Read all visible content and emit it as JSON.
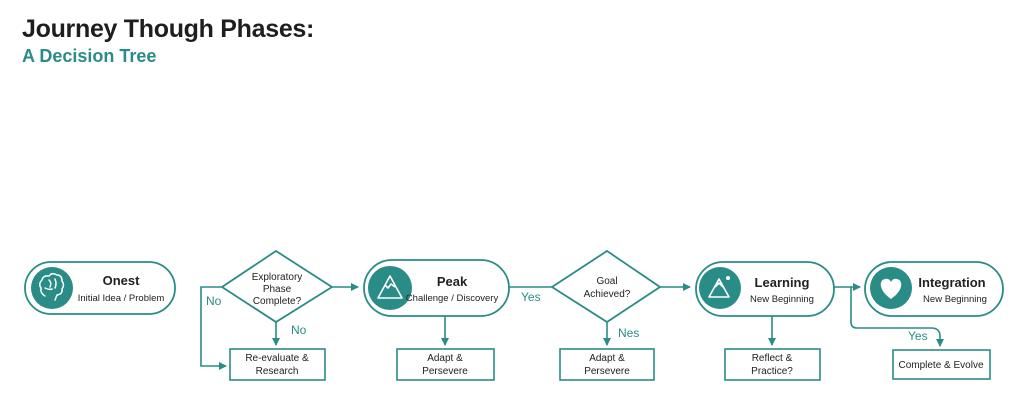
{
  "header": {
    "title": "Journey Though Phases:",
    "subtitle": "A Decision Tree"
  },
  "colors": {
    "accent": "#2a8c86",
    "stroke": "#2a8c86",
    "text": "#222222"
  },
  "nodes": {
    "onest": {
      "title": "Onest",
      "subtitle": "Initial Idea / Problem",
      "icon": "brain-icon"
    },
    "decision1": {
      "lines": [
        "Exploratory",
        "Phase",
        "Complete?"
      ]
    },
    "peak": {
      "title": "Peak",
      "subtitle": "Challenge / Discovery",
      "icon": "mountain-icon"
    },
    "decision2": {
      "lines": [
        "Goal",
        "Achieved?"
      ]
    },
    "learning": {
      "title": "Learning",
      "subtitle": "New Beginning",
      "icon": "mountain-sun-icon"
    },
    "integration": {
      "title": "Integration",
      "subtitle": "New Beginning",
      "icon": "heart-icon"
    }
  },
  "actions": {
    "reevaluate": [
      "Re-evaluate &",
      "Research"
    ],
    "adapt1": [
      "Adapt &",
      "Persevere"
    ],
    "adapt2": [
      "Adapt &",
      "Persevere"
    ],
    "reflect": [
      "Reflect &",
      "Practice?"
    ],
    "complete": [
      "Complete & Evolve"
    ]
  },
  "edge_labels": {
    "no_left": "No",
    "no_down": "No",
    "yes_right": "Yes",
    "nes_down": "Nes",
    "yes_integration": "Yes"
  }
}
